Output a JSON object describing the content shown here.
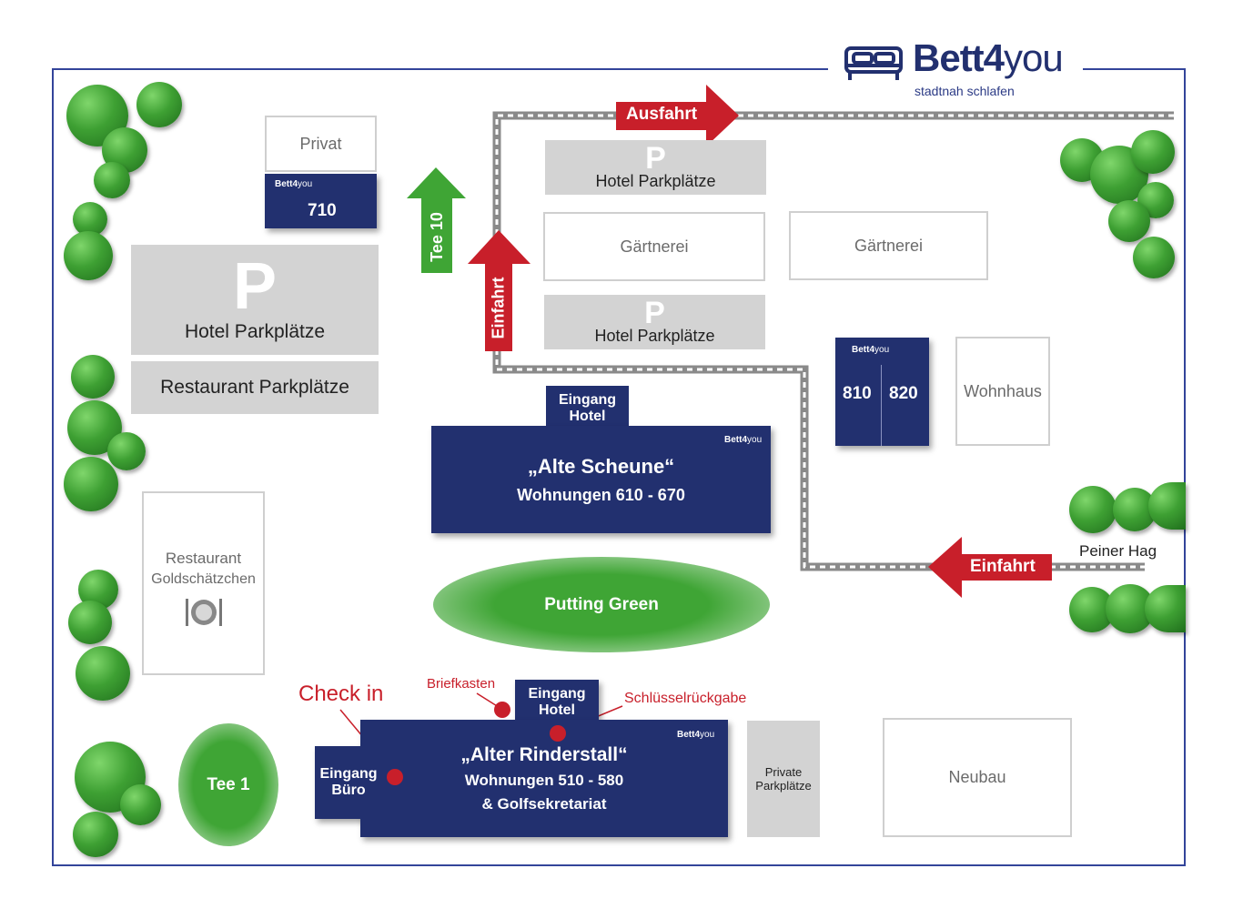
{
  "brand": {
    "name_bold": "Bett4",
    "name_light": "you",
    "tagline": "stadtnah schlafen",
    "mini_bold": "Bett4",
    "mini_light": "you"
  },
  "colors": {
    "navy": "#22306f",
    "red": "#c81f2a",
    "green": "#3fa535",
    "gray": "#d3d3d3"
  },
  "buildings": {
    "privat": "Privat",
    "unit_710": "710",
    "hotel_parking_p": "P",
    "hotel_parking_main": "Hotel Parkplätze",
    "restaurant_parking": "Restaurant Parkplätze",
    "parking_top": "Hotel Parkplätze",
    "parking_mid": "Hotel Parkplätze",
    "gaertnerei_1": "Gärtnerei",
    "gaertnerei_2": "Gärtnerei",
    "unit_810": "810",
    "unit_820": "820",
    "wohnhaus": "Wohnhaus",
    "restaurant_name": "Restaurant",
    "restaurant_subname": "Goldschätzchen",
    "alte_scheune_title": "„Alte Scheune“",
    "alte_scheune_sub": "Wohnungen 610 - 670",
    "eingang_hotel_top_1": "Eingang",
    "eingang_hotel_top_2": "Hotel",
    "rinderstall_title": "„Alter Rinderstall“",
    "rinderstall_sub1": "Wohnungen 510 - 580",
    "rinderstall_sub2": "& Golfsekretariat",
    "eingang_hotel_bottom_1": "Eingang",
    "eingang_hotel_bottom_2": "Hotel",
    "eingang_buero_1": "Eingang",
    "eingang_buero_2": "Büro",
    "private_parking_1": "Private",
    "private_parking_2": "Parkplätze",
    "neubau": "Neubau"
  },
  "golf": {
    "putting_green": "Putting Green",
    "tee_1": "Tee 1",
    "tee_10": "Tee 10"
  },
  "arrows": {
    "ausfahrt": "Ausfahrt",
    "einfahrt_vertical": "Einfahrt",
    "einfahrt_right": "Einfahrt"
  },
  "street": {
    "name": "Peiner Hag"
  },
  "annotations": {
    "check_in": "Check in",
    "briefkasten": "Briefkasten",
    "schluessel": "Schlüsselrückgabe"
  }
}
